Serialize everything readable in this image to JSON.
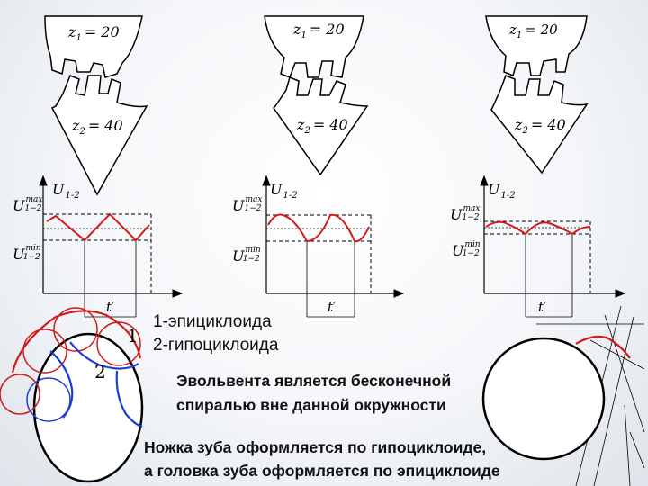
{
  "gears": [
    {
      "z1": "z",
      "z1_sub": "1",
      "z1_val": "= 20",
      "z2": "z",
      "z2_sub": "2",
      "z2_val": "= 40"
    },
    {
      "z1": "z",
      "z1_sub": "1",
      "z1_val": "= 20",
      "z2": "z",
      "z2_sub": "2",
      "z2_val": "= 40"
    },
    {
      "z1": "z",
      "z1_sub": "1",
      "z1_val": "= 20",
      "z2": "z",
      "z2_sub": "2",
      "z2_val": "= 40"
    }
  ],
  "graphs": {
    "axis_label": "U",
    "axis_sub": "1-2",
    "umax": "U",
    "umax_sup": "max",
    "umax_sub": "1−2",
    "umin": "U",
    "umin_sup": "min",
    "umin_sub": "1−2",
    "tprime": "t′"
  },
  "cycloid_labels": {
    "one": "1",
    "two": "2"
  },
  "legend": {
    "epi": "1-эпициклоида",
    "hypo": "2-гипоциклоида"
  },
  "involute_text": {
    "line1": "Эвольвента является бесконечной",
    "line2": "спиралью вне данной окружности"
  },
  "conclusion": {
    "line1": "Ножка зуба оформляется по гипоциклоиде,",
    "line2": "а головка зуба оформляется по эпициклоиде"
  },
  "colors": {
    "curve_red": "#d21a1a",
    "curve_blue": "#1a3fd2",
    "line": "#000000"
  }
}
